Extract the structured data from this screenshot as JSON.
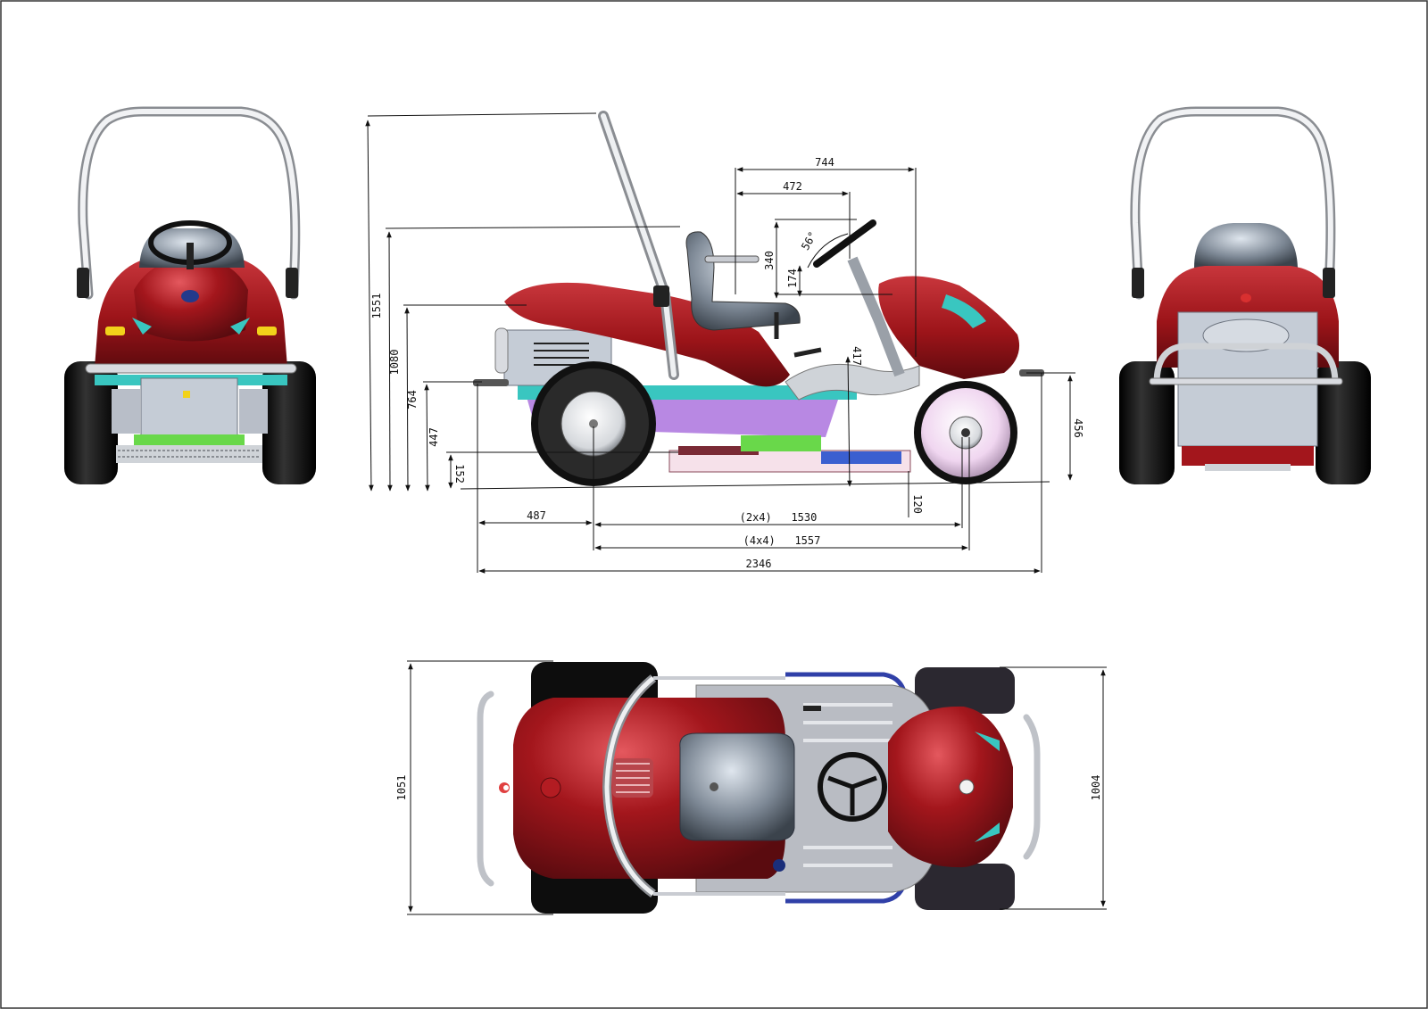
{
  "drawing": {
    "views": [
      "front-view",
      "side-view",
      "rear-view",
      "top-view"
    ],
    "colors": {
      "body": "#a3161c",
      "body_highlight": "#d8434a",
      "frame": "#c9ccd2",
      "seat": "#7f8a96",
      "tire": "#111111",
      "deck": "#b8ccd6",
      "accent_cyan": "#39c6c0",
      "accent_purple": "#b07be0",
      "accent_green": "#69d84a",
      "accent_yellow": "#f2d21a",
      "rim_pink": "#f0d6f0"
    }
  },
  "dimensions": {
    "overall_height": "1551",
    "seat_back_height": "1080",
    "hood_height": "764",
    "step_height": "447",
    "deck_height": "152",
    "seat_to_wheel_x": "744",
    "seat_to_column_x": "472",
    "wheel_height": "340",
    "seat_to_wheel_y": "174",
    "wheel_angle": "56°",
    "floor_height": "417",
    "front_height": "456",
    "ground_clearance": "120",
    "rear_overhang": "487",
    "wheelbase_2x4": "(2x4)   1530",
    "wheelbase_4x4": "(4x4)   1557",
    "overall_length": "2346",
    "rear_width": "1051",
    "front_width": "1004"
  }
}
